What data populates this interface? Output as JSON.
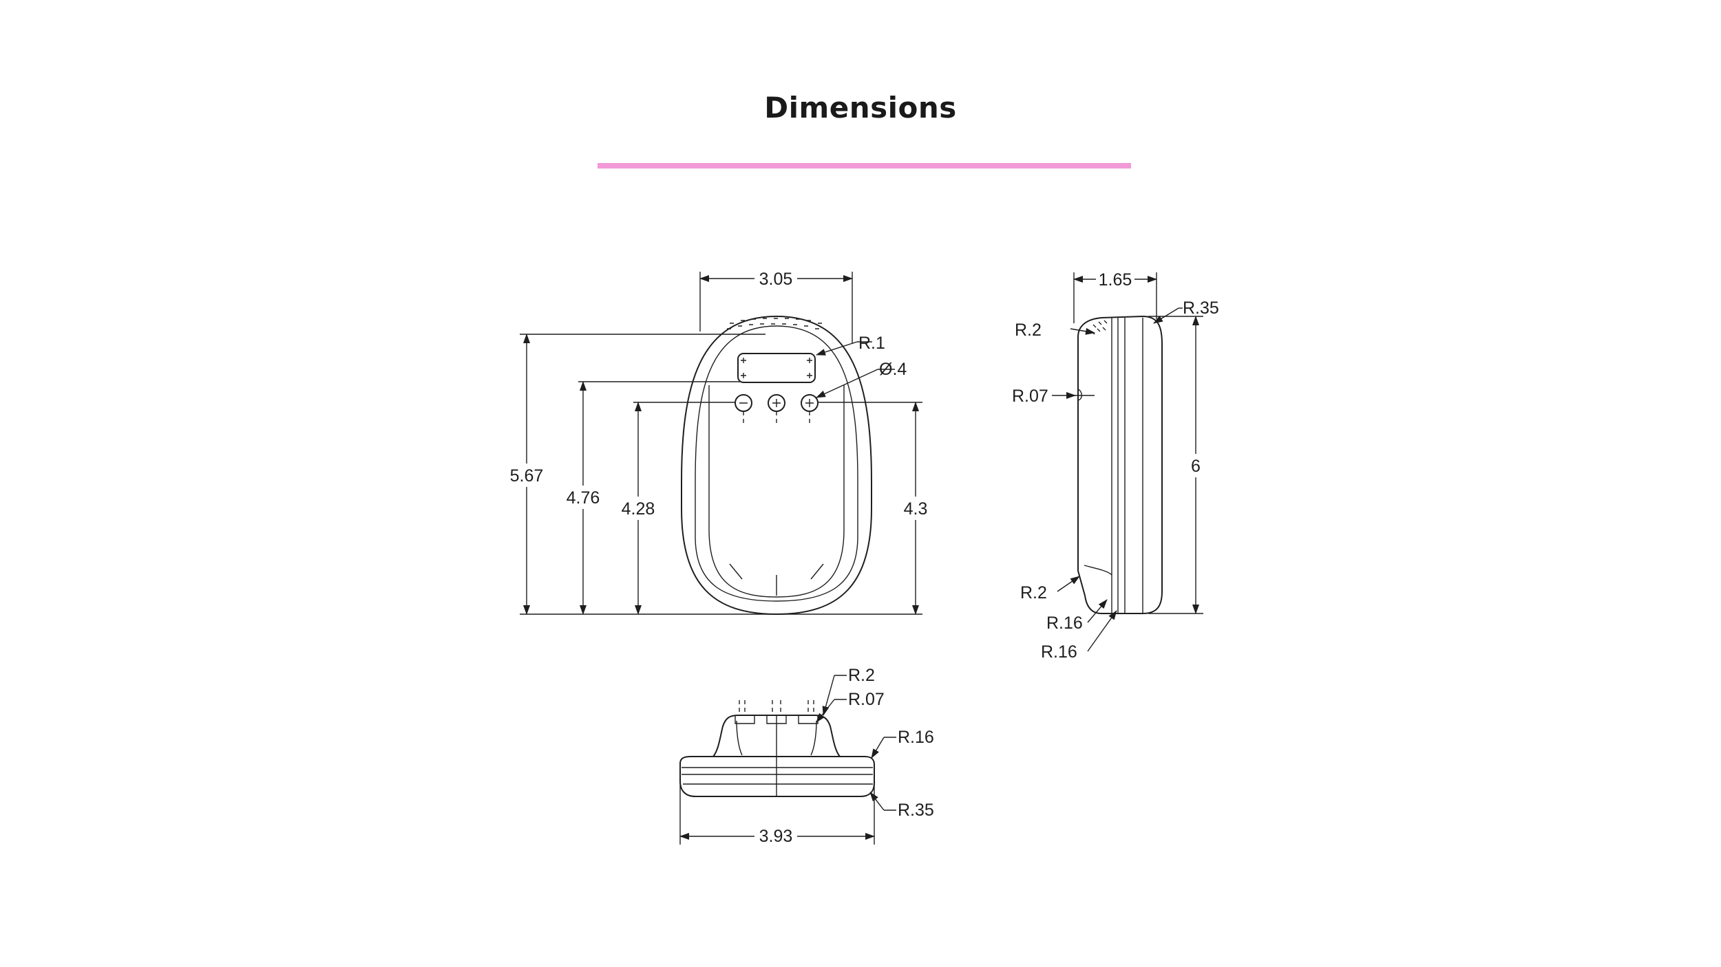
{
  "page": {
    "title": "Dimensions",
    "accent_color": "#f29ad8"
  },
  "front_view": {
    "width": "3.05",
    "height_total": "5.67",
    "height_display": "4.76",
    "height_buttons_left": "4.28",
    "height_buttons_right": "4.3",
    "display_corner_radius": "R.1",
    "button_diameter": "Ø.4"
  },
  "side_view": {
    "depth": "1.65",
    "height": "6",
    "top_front_radius": "R.2",
    "top_back_radius": "R.35",
    "button_radius": "R.07",
    "bottom_front_radius": "R.2",
    "bottom_radius_1": "R.16",
    "bottom_radius_2": "R.16"
  },
  "bottom_view": {
    "width": "3.93",
    "boss_radius": "R.2",
    "button_radius": "R.07",
    "edge_radius": "R.16",
    "base_radius": "R.35"
  }
}
